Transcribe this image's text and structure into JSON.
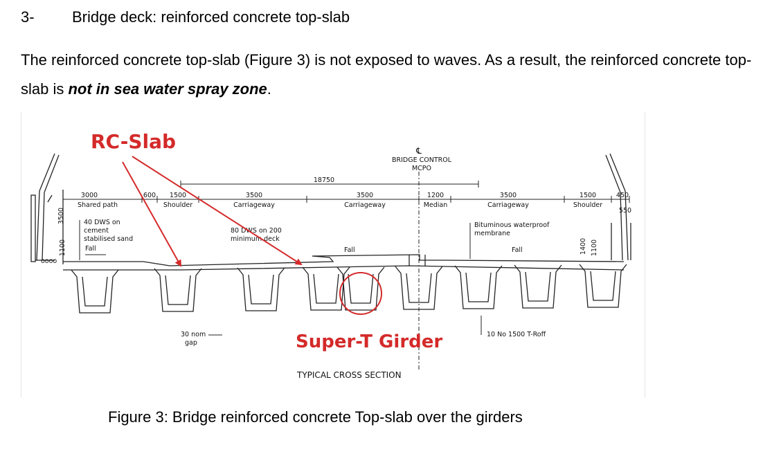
{
  "heading": {
    "number": "3-",
    "title": "Bridge deck: reinforced concrete top-slab"
  },
  "paragraph": {
    "before": "The reinforced concrete top-slab (Figure 3) is not exposed to waves. As a result, the reinforced concrete top-slab is ",
    "emphasis": "not in sea water spray zone",
    "after": "."
  },
  "figure": {
    "rc_label": "RC-Slab",
    "girder_label": "Super-T Girder",
    "annotation_color": "#d42a2a",
    "dims": {
      "overall": "18750",
      "shared_path": "3000",
      "s600": "600",
      "shoulder_left": "1500",
      "carriageway_left": "3500",
      "carriageway_mid": "3500",
      "median": "1200",
      "carriageway_right": "3500",
      "shoulder_right": "1500",
      "r450": "450",
      "r550": "550",
      "h3500": "3500",
      "h1100_left": "1100",
      "h1400": "1400",
      "h1100_right": "1100"
    },
    "labels": {
      "shared_path": "Shared path",
      "shoulder_left": "Shoulder",
      "carriageway_left": "Carriageway",
      "carriageway_mid": "Carriageway",
      "median": "Median",
      "carriageway_right": "Carriageway",
      "shoulder_right": "Shoulder",
      "dws_cement_1": "40 DWS on",
      "dws_cement_2": "cement",
      "dws_cement_3": "stabilised sand",
      "dws_deck_1": "80 DWS on 200",
      "dws_deck_2": "minimum deck",
      "bitumen_1": "Bituminous waterproof",
      "bitumen_2": "membrane",
      "fall_1": "Fall",
      "fall_2": "Fall",
      "fall_3": "Fall",
      "bridge_control_1": "BRIDGE CONTROL",
      "bridge_control_2": "MCPO",
      "cl_symbol": "℄",
      "gap_1": "30 nom",
      "gap_2": "gap",
      "girders_note": "10 No 1500 T-Roff",
      "section_title": "TYPICAL CROSS SECTION",
      "pile_text": "oooo"
    }
  },
  "caption": "Figure 3: Bridge reinforced concrete Top-slab over the girders"
}
